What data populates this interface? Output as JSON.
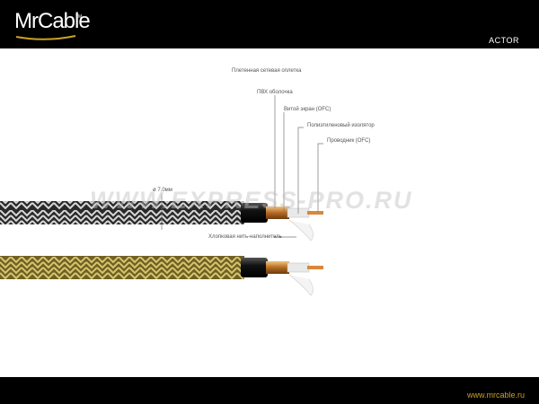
{
  "header": {
    "logo_text": "MrCable",
    "logo_tm": "TM",
    "product_name": "ACTOR"
  },
  "footer": {
    "website": "www.mrcable.ru"
  },
  "labels": {
    "braid": "Плетенная сетевая оплетка",
    "pvc_jacket": "ПВХ оболочка",
    "copper_shield": "Витой экран (OFC)",
    "insulator": "Полиэтиленовый изолятор",
    "conductor": "Проводник (OFC)",
    "diameter": "ø 7.0мм",
    "cotton_filler": "Хлопковая нить-наполнитель"
  },
  "watermark": "WWW.EXPRESS-PRO.RU",
  "colors": {
    "bar": "#000000",
    "accent": "#c9a227",
    "cable1_braid": "#3a3a3a",
    "cable2_braid": "#b8a24a"
  }
}
